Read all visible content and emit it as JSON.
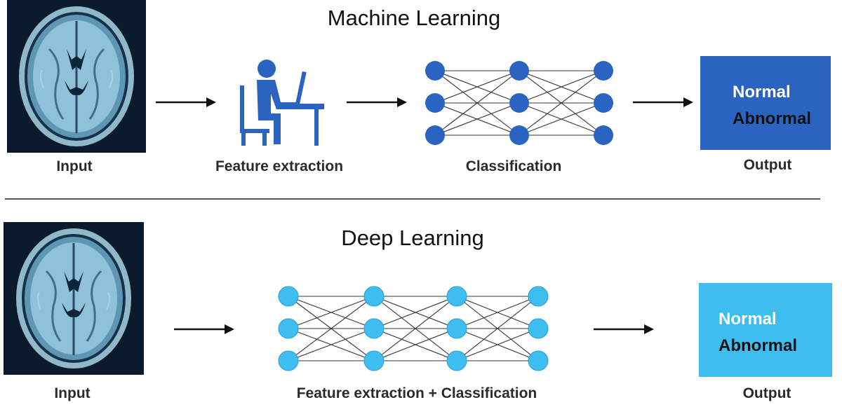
{
  "machine_learning": {
    "title": "Machine Learning",
    "input_label": "Input",
    "feature_label": "Feature extraction",
    "classification_label": "Classification",
    "output_label": "Output",
    "output_normal": "Normal",
    "output_abnormal": "Abnormal",
    "output_color": "#2b64c0",
    "node_color": "#2b64c0"
  },
  "deep_learning": {
    "title": "Deep Learning",
    "input_label": "Input",
    "combined_label": "Feature extraction + Classification",
    "output_label": "Output",
    "output_normal": "Normal",
    "output_abnormal": "Abnormal",
    "output_color": "#3dbdf0",
    "node_color": "#3dbdf0"
  }
}
